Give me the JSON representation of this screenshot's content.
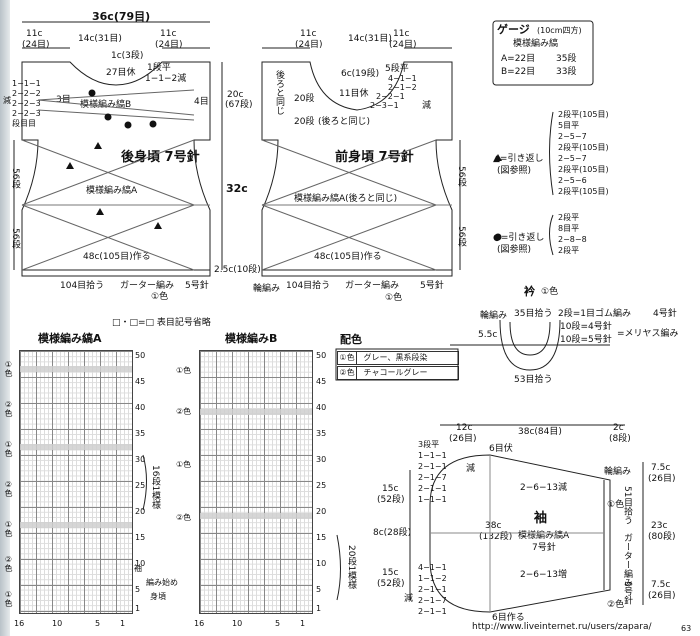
{
  "back": {
    "width_top": "36c(79目)",
    "shoulder_l": "11c",
    "shoulder_l_sts": "(24目)",
    "neck": "14c(31目)",
    "shoulder_r": "11c",
    "shoulder_r_sts": "(24目)",
    "neck_center": "1c(3段)",
    "rest": "27目休",
    "dec1": "1段平",
    "dec2": "1−1−2減",
    "pattern_b": "模様編み縞B",
    "row3": "3目",
    "row4": "4目",
    "shoulder_steps": [
      "1−1−1",
      "2−2−2",
      "2−2−3",
      "2−2−3",
      "段目目"
    ],
    "reduce": "減",
    "title": "後身頃 7号針",
    "pattern_a": "模様編み縞A",
    "height_upper": "20c",
    "height_upper_rows": "(67段)",
    "height_total": "32c",
    "side_upper": "56段",
    "side_lower": "56段",
    "width_bottom": "48c(105目)作る",
    "pickup": "104目拾う",
    "garter": "ガーター編み",
    "needle5": "5号針",
    "color_i": "①色"
  },
  "front": {
    "shoulder_l": "11c",
    "shoulder_l_sts": "(24目)",
    "neck": "14c(31目)",
    "shoulder_r": "11c",
    "shoulder_r_sts": "(24目)",
    "neck_center": "6c(19段)",
    "rows5": "5段平",
    "dec_a": "4−1−1",
    "dec_b": "2−1−2",
    "rest": "11目休",
    "dec_c": "2−2−1",
    "dec_d": "2−3−1",
    "reduce": "減",
    "back_same": "後ろと同じ",
    "row20": "20段",
    "row20b": "20段",
    "back_same2": "(後ろと同じ)",
    "title": "前身頃 7号針",
    "pattern_a": "模様編み縞A(後ろと同じ)",
    "side_upper": "56段",
    "side_lower": "56段",
    "width_bottom": "48c(105目)作る",
    "garter_height": "2.5c(10段)",
    "pickup": "104目拾う",
    "garter": "ガーター編み",
    "needle5": "5号針",
    "rib": "輪編み",
    "color_i": "①色"
  },
  "gauge": {
    "title": "ゲージ",
    "unit": "(10cm四方)",
    "pattern": "模様編み縞",
    "a_label": "A=22目",
    "a_rows": "35段",
    "b_label": "B=22目",
    "b_rows": "33段"
  },
  "short_rows_triangle": {
    "label": "▲=引き返し",
    "sub": "(図参照)",
    "steps": [
      "2段平(105目)",
      "5目平",
      "2−5−7",
      "2段平(105目)",
      "2−5−7",
      "2段平(105目)",
      "2−5−6",
      "2段平(105目)"
    ]
  },
  "short_rows_circle": {
    "label": "●=引き返し",
    "sub": "(図参照)",
    "steps": [
      "2段平",
      "8目平",
      "2−8−8",
      "2段平"
    ]
  },
  "symbols_note": "□・□=□ 表目記号省略",
  "color": {
    "title": "配色",
    "i_key": "①色",
    "i_val": "グレー、黒系段染",
    "ro_key": "②色",
    "ro_val": "チャコールグレー"
  },
  "collar": {
    "title": "衿",
    "color": "①色",
    "rib": "輪編み",
    "pickup_top": "35目拾う",
    "rows2": "2段=1目ゴム編み",
    "needle4": "4号針",
    "rows10a": "10段=4号針",
    "rows10b": "10段=5号針",
    "stockinette": "=メリヤス編み",
    "width": "5.5c",
    "pickup": "53目拾う"
  },
  "chart_a": {
    "title": "模様編み縞A",
    "row_ticks": [
      "50",
      "45",
      "40",
      "35",
      "30",
      "25",
      "20",
      "15",
      "10",
      "5",
      "1"
    ],
    "col_ticks": [
      "16",
      "10",
      "5",
      "1"
    ],
    "side_labels": [
      "①色",
      "②色",
      "①色",
      "②色",
      "①色",
      "②色",
      "①色"
    ],
    "repeat": "16段1模様",
    "start": "編み始め",
    "back": "身頃",
    "sleeve": "袖"
  },
  "chart_b": {
    "title": "模様編みB",
    "row_ticks": [
      "50",
      "45",
      "40",
      "35",
      "30",
      "25",
      "20",
      "15",
      "10",
      "5",
      "1"
    ],
    "col_ticks": [
      "16",
      "10",
      "5",
      "1"
    ],
    "side_labels": [
      "①色",
      "②色",
      "①色",
      "②色"
    ],
    "repeat": "20段1模様"
  },
  "sleeve": {
    "top_width": "12c",
    "top_width_rows": "(26目)",
    "length": "38c(84目)",
    "cuff_w": "2c",
    "cuff_rows": "(8段)",
    "rows6": "6目伏",
    "dec_steps": [
      "3段平",
      "1−1−1",
      "2−1−1",
      "2−1−7",
      "2−1−1",
      "1−1−1"
    ],
    "reduce": "減",
    "left_upper": "15c",
    "left_upper_rows": "(52段)",
    "left_mid": "8c(28段)",
    "left_lower": "15c",
    "left_lower_rows": "(52段)",
    "inc_steps": [
      "4−1−1",
      "1−1−2",
      "2−1−1",
      "2−1−7",
      "2−1−1"
    ],
    "inc": "減",
    "dec_label": "2−6−13減",
    "inc_label": "2−6−13増",
    "title": "袖",
    "pattern": "模様編み縞A",
    "needle": "7号針",
    "body_width": "38c",
    "body_rows": "(132段)",
    "cast_on": "6目作る",
    "rib": "輪編み",
    "cuff_pickup": "51目拾う",
    "garter": "ガーター編み",
    "needle5": "5号針",
    "right_top": "7.5c",
    "right_top_rows": "(26目)",
    "right_mid": "23c",
    "right_mid_rows": "(80段)",
    "right_bottom": "7.5c",
    "right_bottom_rows": "(26目)",
    "color_i": "①色",
    "color_ro": "②色"
  },
  "watermark": "http://www.liveinternet.ru/users/zapara/",
  "page_no": "63"
}
